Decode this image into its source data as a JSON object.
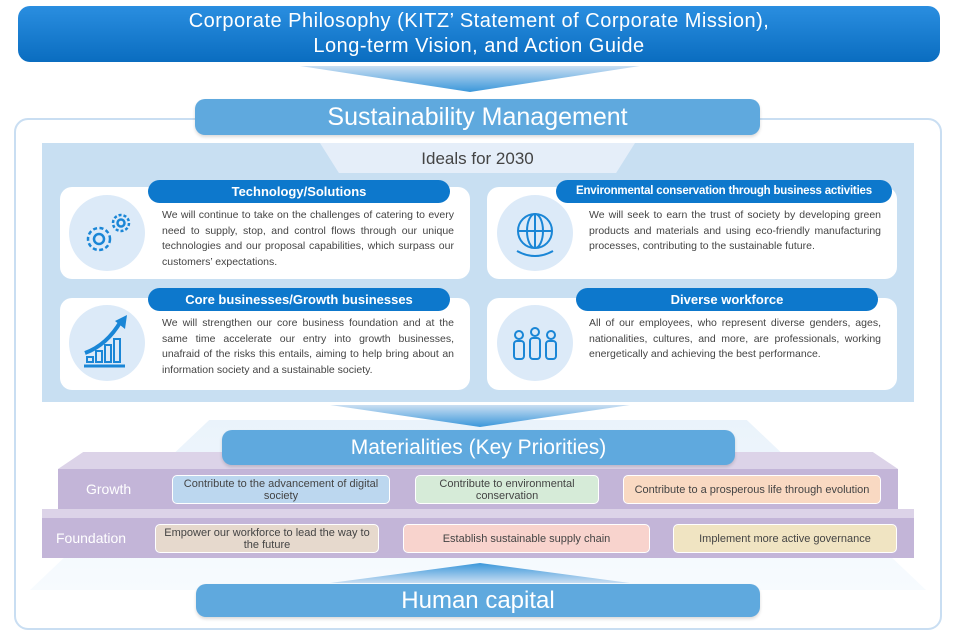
{
  "banner": {
    "line1": "Corporate Philosophy (KITZ’ Statement of Corporate Mission),",
    "line2": "Long-term Vision, and Action Guide"
  },
  "sustainability": "Sustainability Management",
  "ideals": {
    "title": "Ideals for 2030",
    "cards": [
      {
        "title": "Technology/Solutions",
        "icon": "gears-icon",
        "text": "We will continue to take on the challenges of catering to every need to supply, stop, and control flows through our unique technologies and our proposal capabilities, which surpass our customers’ expectations."
      },
      {
        "title": "Environmental conservation through business activities",
        "icon": "globe-icon",
        "text": "We will seek to earn the trust of society by developing green products and materials and using eco-friendly manufacturing processes, contributing to the sustainable future."
      },
      {
        "title": "Core businesses/Growth businesses",
        "icon": "growth-chart-icon",
        "text": "We will strengthen our core business foundation and at the same time accelerate our entry into growth businesses, unafraid of the risks this entails, aiming to help bring about an information society and a sustainable society."
      },
      {
        "title": "Diverse workforce",
        "icon": "people-icon",
        "text": "All of our employees, who represent diverse genders, ages, nationalities, cultures, and more, are professionals, working energetically and achieving the best performance."
      }
    ]
  },
  "materialities": {
    "title": "Materialities (Key Priorities)",
    "growth": {
      "label": "Growth",
      "items": [
        "Contribute to the advancement of digital society",
        "Contribute to environmental conservation",
        "Contribute to a prosperous life through evolution"
      ]
    },
    "foundation": {
      "label": "Foundation",
      "items": [
        "Empower our workforce to lead the way to the future",
        "Establish sustainable supply chain",
        "Implement more active governance"
      ]
    }
  },
  "human_capital": "Human capital",
  "colors": {
    "banner": "#0a6dc0",
    "pill": "#5fa9de",
    "ideals_bg": "#c8dff2",
    "band": "#c3b5d8"
  }
}
